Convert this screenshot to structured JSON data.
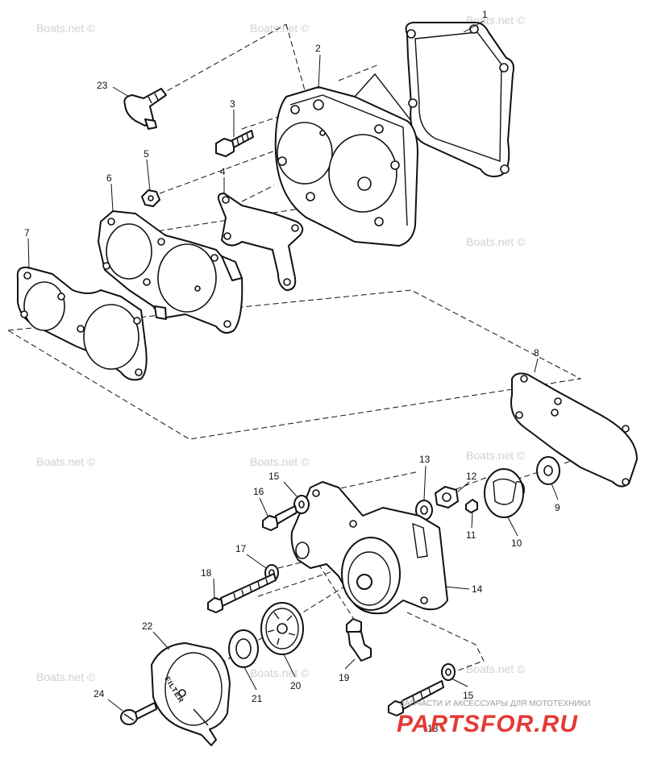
{
  "watermark": "Boats.net ©",
  "filter_text": "FILTER",
  "brand": {
    "tagline": "ЗАПЧАСТИ И АКСЕССУАРЫ ДЛЯ МОТОТЕХНИКИ",
    "name": "PARTSFOR.RU",
    "color": "#e53935"
  },
  "callouts": [
    {
      "id": "c1",
      "label": "1"
    },
    {
      "id": "c2",
      "label": "2"
    },
    {
      "id": "c3",
      "label": "3"
    },
    {
      "id": "c4",
      "label": "4"
    },
    {
      "id": "c5",
      "label": "5"
    },
    {
      "id": "c6",
      "label": "6"
    },
    {
      "id": "c7",
      "label": "7"
    },
    {
      "id": "c8",
      "label": "8"
    },
    {
      "id": "c9",
      "label": "9"
    },
    {
      "id": "c10",
      "label": "10"
    },
    {
      "id": "c11",
      "label": "11"
    },
    {
      "id": "c12",
      "label": "12"
    },
    {
      "id": "c13",
      "label": "13"
    },
    {
      "id": "c14",
      "label": "14"
    },
    {
      "id": "c15a",
      "label": "15"
    },
    {
      "id": "c15b",
      "label": "15"
    },
    {
      "id": "c16",
      "label": "16"
    },
    {
      "id": "c17",
      "label": "17"
    },
    {
      "id": "c18a",
      "label": "18"
    },
    {
      "id": "c18b",
      "label": "18"
    },
    {
      "id": "c19",
      "label": "19"
    },
    {
      "id": "c20",
      "label": "20"
    },
    {
      "id": "c21",
      "label": "21"
    },
    {
      "id": "c22",
      "label": "22"
    },
    {
      "id": "c23",
      "label": "23"
    },
    {
      "id": "c24",
      "label": "24"
    }
  ]
}
